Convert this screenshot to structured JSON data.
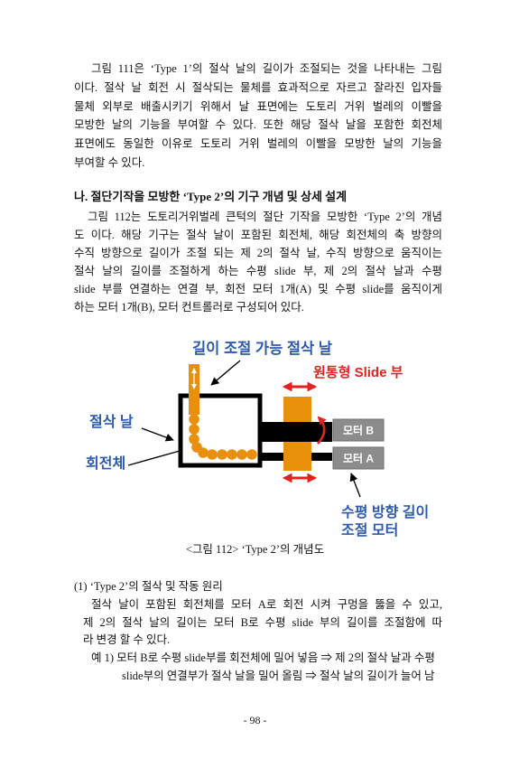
{
  "paragraph_1": {
    "lines": [
      "그림 111은 ‘Type 1’의 절삭 날의 길이가 조절되는 것을 나타내는 그림",
      "이다. 절삭 날 회전 시 절삭되는 물체를 효과적으로 자르고 잘라진 입자들",
      "물체 외부로 배출시키기 위해서 날 표면에는 도토리 거위 벌레의 이빨을",
      "모방한 날의 기능을 부여할 수 있다. 또한 해당 절삭 날을 포함한 회전체",
      "표면에도 동일한 이유로 도토리 거위 벌레의 이빨을 모방한 날의 기능을",
      "부여할 수 있다."
    ]
  },
  "section_heading": "나. 절단기작을 모방한 ‘Type 2’의 기구 개념 및 상세 설계",
  "paragraph_2": {
    "lines": [
      "그림 112는 도토리거위벌레 큰턱의 절단 기작을 모방한 ‘Type 2’의 개념",
      "도 이다. 해당 기구는 절삭 날이 포함된 회전체, 해당 회전체의 축 방향의",
      "수직 방향으로 길이가 조절 되는 제 2의 절삭 날, 수직 방향으로 움직이는",
      "절삭 날의 길이를 조절하게 하는 수평 slide 부, 제 2의 절삭 날과 수평",
      "slide 부를 연결하는 연결 부, 회전 모터 1개(A) 및 수평 slide를 움직이게",
      "하는 모터 1개(B), 모터 컨트롤러로 구성되어 있다."
    ]
  },
  "figure": {
    "labels": {
      "adjustable_blade": "길이 조절 가능 절삭 날",
      "cylindrical_slide": "원통형 Slide 부",
      "cutting_blade": "절삭 날",
      "rotating_body": "회전체",
      "motor_b": "모터 B",
      "motor_a": "모터 A",
      "horizontal_motor_line1": "수평 방향 길이",
      "horizontal_motor_line2": "조절 모터"
    },
    "caption": "<그림 112> ‘Type 2’의 개념도",
    "colors": {
      "label_blue": "#2E5AAC",
      "label_red": "#E3221F",
      "part_orange": "#E8900C",
      "motor_gray": "#8C8C8C",
      "outline": "#000000"
    }
  },
  "subsection": {
    "heading": "(1) ‘Type 2’의 절삭 및 작동 원리",
    "lines": [
      "절삭 날이 포함된 회전체를 모터 A로 회전 시켜 구멍을 뚫을 수 있고,",
      "제 2의 절삭 날의 길이는 모터 B로 수평 slide 부의 길이를  조절함에 따",
      "라 변경 할 수 있다."
    ],
    "example": [
      "예 1) 모터 B로 수평 slide부를 회전체에 밀어 넣음 ⇒ 제 2의 절삭 날과 수평",
      "slide부의 연결부가 절삭 날을 밀어 올림 ⇒ 절삭 날의 길이가 늘어 남"
    ]
  },
  "footer": {
    "page_number": "- 98 -"
  }
}
